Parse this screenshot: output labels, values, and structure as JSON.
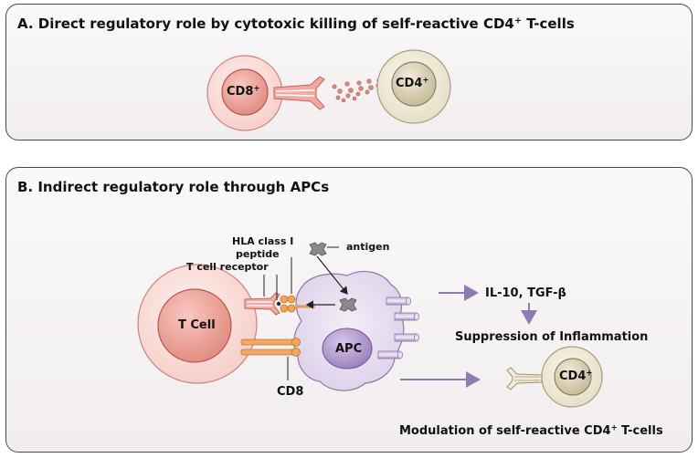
{
  "panel_a": {
    "title_main": "A. Direct regulatory role by cytotoxic killing of self-reactive CD4",
    "title_sup": "+",
    "title_end": " T-cells",
    "cd8_label": "CD8",
    "cd8_sup": "+",
    "cd4_label": "CD4",
    "cd4_sup": "+"
  },
  "panel_b": {
    "title": "B. Indirect regulatory role through APCs",
    "hla_line1": "HLA class I",
    "hla_line2": "peptide",
    "tcr": "T cell receptor",
    "antigen": "antigen",
    "tcell": "T Cell",
    "apc": "APC",
    "cd8": "CD8",
    "cytokines": "IL-10, TGF-β",
    "suppression": "Suppression of Inflammation",
    "cd4_label": "CD4",
    "cd4_sup": "+",
    "modulation_main": "Modulation of self-reactive CD4",
    "modulation_sup": "+",
    "modulation_end": " T-cells"
  }
}
